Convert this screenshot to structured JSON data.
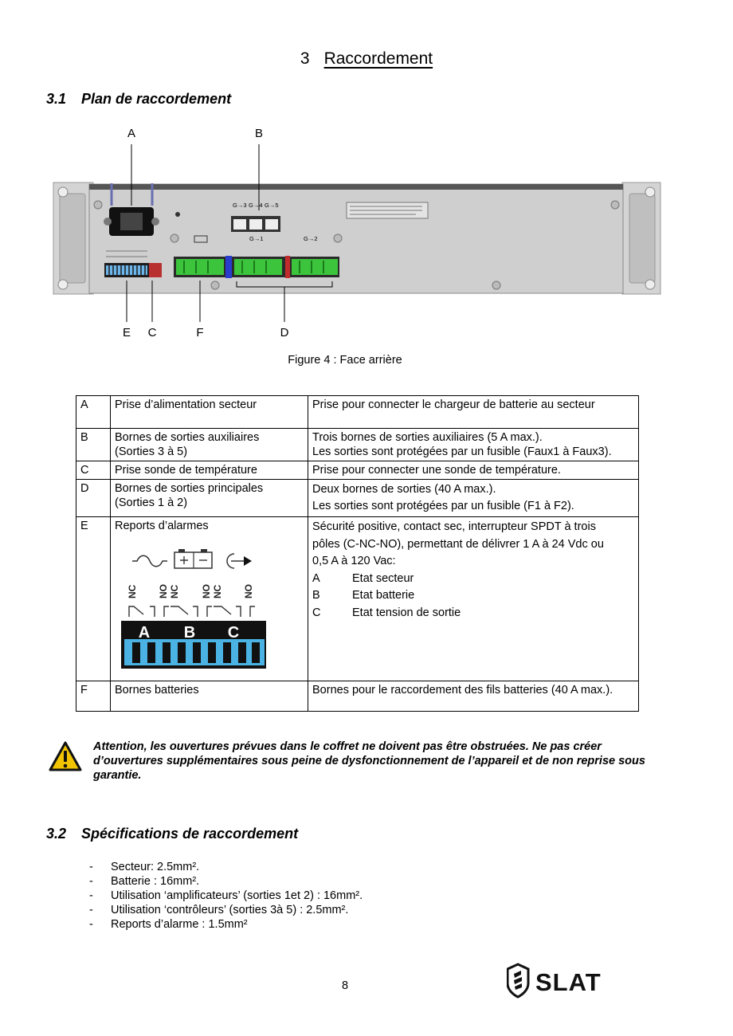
{
  "section": {
    "number": "3",
    "title": "Raccordement"
  },
  "subsection1": {
    "number": "3.1",
    "title": "Plan de raccordement"
  },
  "figure": {
    "callouts": [
      "A",
      "B",
      "E",
      "C",
      "F",
      "D"
    ],
    "port_labels": [
      "G→3",
      "G→4",
      "G→5",
      "G→1",
      "G→2"
    ],
    "caption": "Figure 4 : Face arrière"
  },
  "table": {
    "rows": [
      {
        "key": "A",
        "name": [
          "Prise d’alimentation secteur"
        ],
        "desc": [
          "Prise pour connecter le chargeur de batterie au secteur"
        ]
      },
      {
        "key": "B",
        "name": [
          "Bornes de sorties auxiliaires",
          "(Sorties 3 à 5)"
        ],
        "desc": [
          "Trois bornes de sorties auxiliaires (5 A max.).",
          "Les sorties sont protégées par un fusible (Faux1 à Faux3)."
        ]
      },
      {
        "key": "C",
        "name": [
          "Prise sonde de température"
        ],
        "desc": [
          "Prise pour connecter une sonde de température."
        ]
      },
      {
        "key": "D",
        "name": [
          "Bornes de sorties principales",
          "(Sorties 1 à 2)"
        ],
        "desc": [
          "Deux bornes de sorties (40 A max.).",
          "Les sorties sont protégées par un fusible (F1 à F2)."
        ]
      },
      {
        "key": "E",
        "name": [
          "Reports d’alarmes"
        ],
        "desc": [
          "Sécurité positive, contact sec, interrupteur SPDT à trois",
          "pôles (C-NC-NO), permettant de délivrer 1 A à 24 Vdc ou",
          "0,5 A à 120 Vac:"
        ],
        "alarms": [
          {
            "k": "A",
            "v": "Etat secteur"
          },
          {
            "k": "B",
            "v": "Etat batterie"
          },
          {
            "k": "C",
            "v": "Etat tension de sortie"
          }
        ],
        "diagram": {
          "contacts": [
            "NC",
            "NO",
            "NC",
            "NO",
            "NC",
            "NO"
          ],
          "groups": [
            "A",
            "B",
            "C"
          ]
        }
      },
      {
        "key": "F",
        "name": [
          "Bornes batteries"
        ],
        "desc": [
          "Bornes pour le raccordement des fils batteries (40 A max.)."
        ]
      }
    ]
  },
  "warning": {
    "icon": "warning-triangle-icon",
    "text": "Attention, les ouvertures prévues dans le coffret ne doivent pas être obstruées. Ne pas créer d’ouvertures supplémentaires sous peine de dysfonctionnement de l’appareil et de non reprise sous garantie."
  },
  "subsection2": {
    "number": "3.2",
    "title": "Spécifications de raccordement"
  },
  "specs": {
    "bullet": "-",
    "items": [
      "Secteur: 2.5mm².",
      "Batterie : 16mm².",
      "Utilisation ‘amplificateurs’ (sorties 1et 2) : 16mm².",
      "Utilisation ‘contrôleurs’ (sorties 3à 5) : 2.5mm².",
      "Reports d’alarme : 1.5mm²"
    ]
  },
  "footer": {
    "page_number": "8",
    "logo_text": "SLAT"
  }
}
